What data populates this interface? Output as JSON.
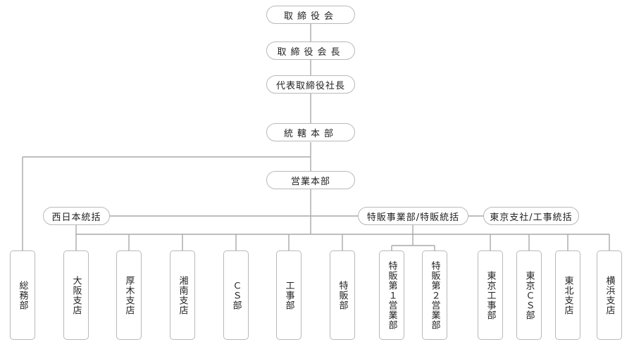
{
  "colors": {
    "line": "#a9a9a9",
    "border": "#b9b9b9",
    "text": "#222222"
  },
  "top": {
    "board": "取締役会",
    "chairman": "取締役会長",
    "president": "代表取締役社長",
    "general_hq": "統轄本部",
    "sales_hq": "営業本部"
  },
  "regional": {
    "west_japan": "西日本統括",
    "special_sales": "特販事業部/特販統括",
    "tokyo": "東京支社/工事統括"
  },
  "departments": {
    "general_affairs": "総務部",
    "osaka": "大阪支店",
    "atsugi": "厚木支店",
    "shonan": "湘南支店",
    "cs": "ＣＳ部",
    "construction": "工事部",
    "special_sales_dept": "特販部",
    "special_sales_1": "特販第１営業部",
    "special_sales_2": "特販第２営業部",
    "tokyo_construction": "東京工事部",
    "tokyo_cs": "東京ＣＳ部",
    "tohoku": "東北支店",
    "yokohama": "横浜支店"
  }
}
